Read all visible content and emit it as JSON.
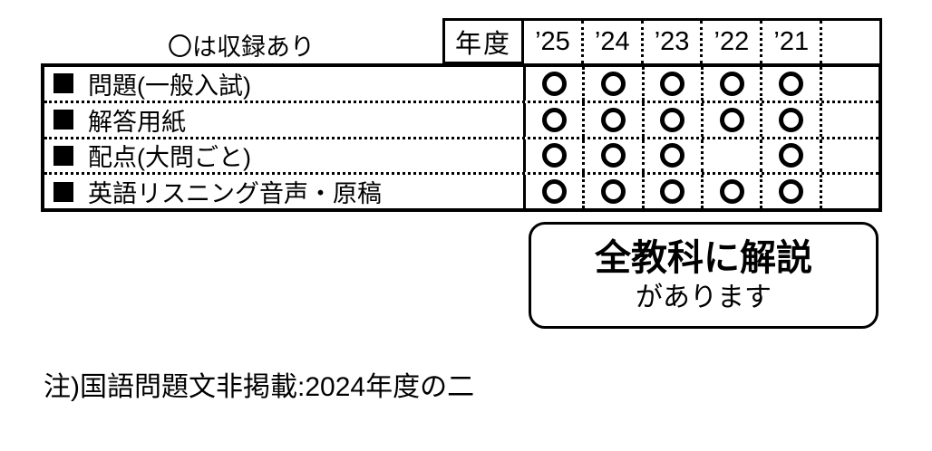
{
  "legend": "〇は収録あり",
  "table": {
    "year_header_label": "年度",
    "years": [
      "’25",
      "’24",
      "’23",
      "’22",
      "’21"
    ],
    "mark_symbol": "〇",
    "rows": [
      {
        "label": "問題(一般入試)",
        "marks": [
          true,
          true,
          true,
          true,
          true
        ]
      },
      {
        "label": "解答用紙",
        "marks": [
          true,
          true,
          true,
          true,
          true
        ]
      },
      {
        "label": "配点(大問ごと)",
        "marks": [
          true,
          true,
          true,
          false,
          true
        ]
      },
      {
        "label": "英語リスニング音声・原稿",
        "marks": [
          true,
          true,
          true,
          true,
          true
        ]
      }
    ]
  },
  "callout": {
    "line1": "全教科に解説",
    "line2": "があります"
  },
  "note": "注)国語問題文非掲載:2024年度の二",
  "colors": {
    "ink": "#000000",
    "background": "#ffffff"
  }
}
